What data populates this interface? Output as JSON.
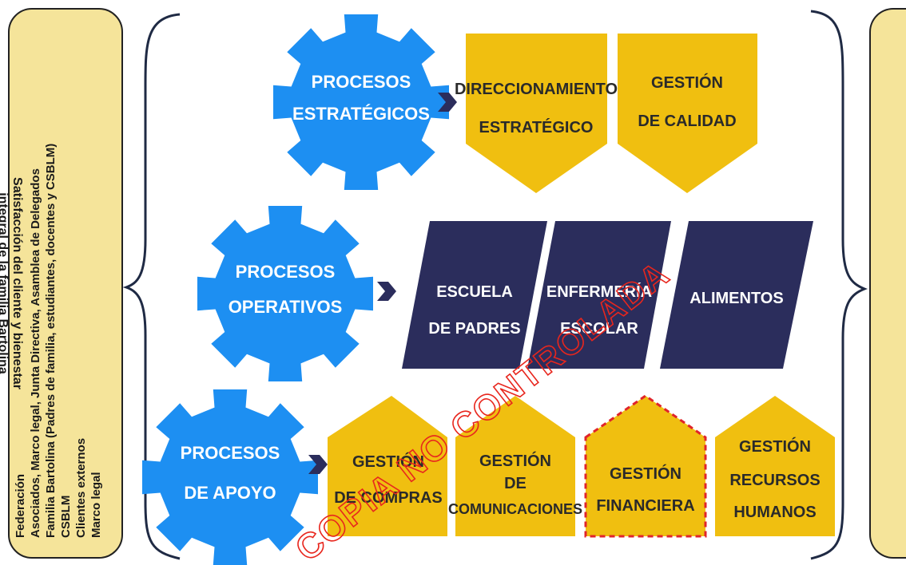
{
  "left_panel": {
    "lines": [
      "Federación",
      "Asociados, Marco legal, Junta Directiva, Asamblea de Delegados",
      "Familia Bartolina (Padres de familia, estudiantes, docentes y CSBLM)",
      "CSBLM",
      "Clientes externos",
      "Marco legal"
    ]
  },
  "right_panel": {
    "line1": "Satisfacción del cliente y bienestar",
    "line2": "integral de la familia Bartolina"
  },
  "gears": {
    "estrategicos": [
      "PROCESOS",
      "ESTRATÉGICOS"
    ],
    "operativos": [
      "PROCESOS",
      "OPERATIVOS"
    ],
    "apoyo": [
      "PROCESOS",
      "DE APOYO"
    ]
  },
  "strategic_boxes": [
    {
      "lines": [
        "DIRECCIONAMIENTO",
        "ESTRATÉGICO"
      ]
    },
    {
      "lines": [
        "GESTIÓN",
        "DE CALIDAD"
      ]
    }
  ],
  "operative_boxes": [
    {
      "lines": [
        "ESCUELA",
        "DE PADRES"
      ]
    },
    {
      "lines": [
        "ENFERMERÍA",
        "ESCOLAR"
      ]
    },
    {
      "lines": [
        "ALIMENTOS"
      ]
    }
  ],
  "support_boxes": [
    {
      "lines": [
        "GESTIÓN",
        "DE COMPRAS"
      ]
    },
    {
      "lines": [
        "GESTIÓN",
        "DE",
        "COMUNICACIONES"
      ]
    },
    {
      "lines": [
        "GESTIÓN",
        "FINANCIERA"
      ]
    },
    {
      "lines": [
        "GESTIÓN",
        "RECURSOS",
        "HUMANOS"
      ]
    }
  ],
  "watermark": "COPIA NO CONTROLADA",
  "colors": {
    "gear_blue": "#1d8ff2",
    "gold": "#f0bf10",
    "navy": "#2b2d5c",
    "panel_fill": "#f5e49a",
    "dashed_red": "#e0242a"
  }
}
